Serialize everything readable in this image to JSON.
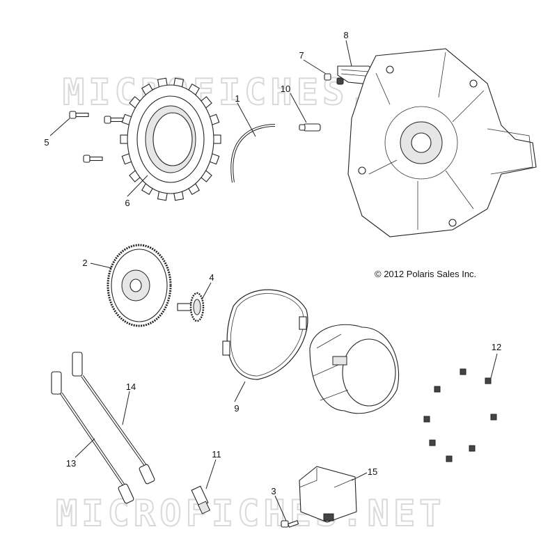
{
  "copyright": "© 2012 Polaris Sales Inc.",
  "watermark": {
    "top": "MICROFICHES.NET",
    "bottom": "MICROFICHES.NET"
  },
  "callouts": {
    "c1": "1",
    "c2": "2",
    "c3": "3",
    "c4": "4",
    "c5": "5",
    "c6": "6",
    "c7": "7",
    "c8": "8",
    "c9": "9",
    "c10": "10",
    "c11": "11",
    "c12": "12",
    "c13": "13",
    "c14": "14",
    "c15": "15"
  }
}
